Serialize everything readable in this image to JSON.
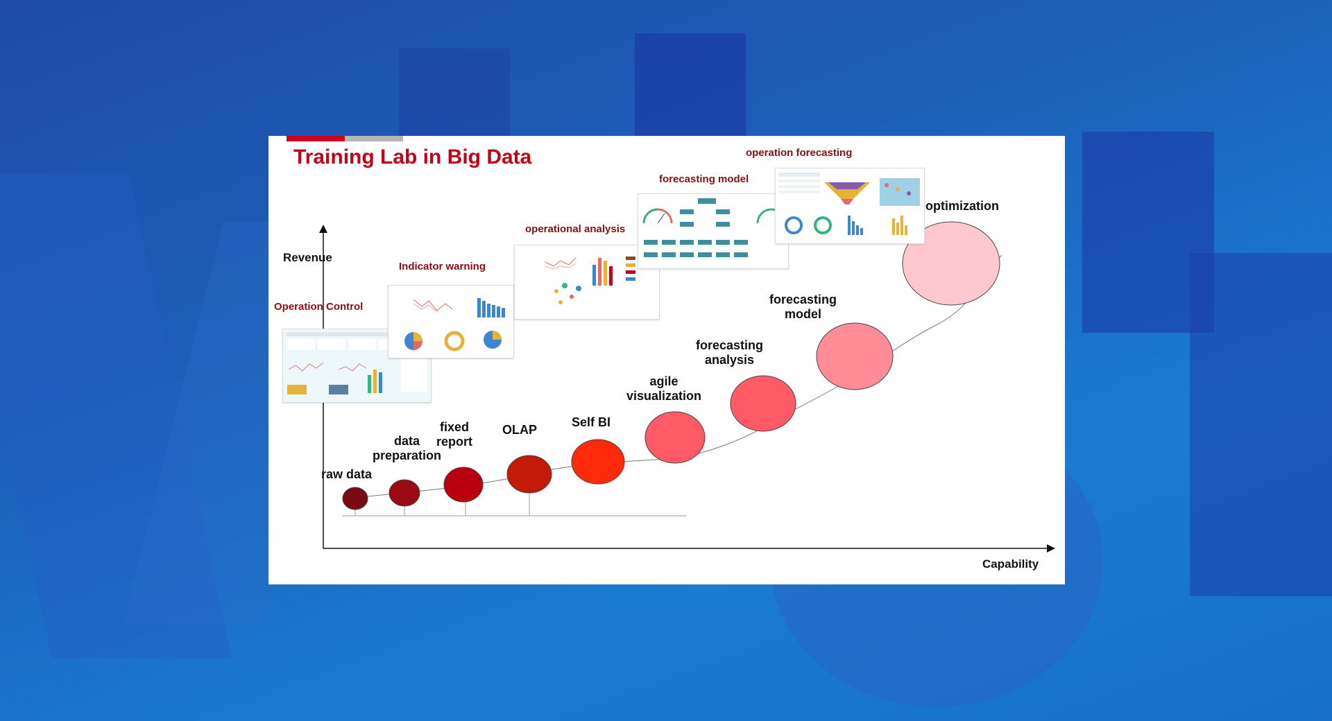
{
  "slide": {
    "title": "Training Lab in Big Data"
  },
  "axes": {
    "y_label": "Revenue",
    "x_label": "Capability"
  },
  "stages": [
    {
      "label": "raw data",
      "color": "#7a0a12"
    },
    {
      "label": "data\npreparation",
      "color": "#9a0a14"
    },
    {
      "label": "fixed\nreport",
      "color": "#b8000e"
    },
    {
      "label": "OLAP",
      "color": "#c41a0a"
    },
    {
      "label": "Self BI",
      "color": "#ff2a0a"
    },
    {
      "label": "agile\nvisualization",
      "color": "#ff5a66"
    },
    {
      "label": "forecasting\nanalysis",
      "color": "#ff5a66"
    },
    {
      "label": "forecasting\nmodel",
      "color": "#ff8c96"
    },
    {
      "label": "optimization",
      "color": "#ffc8ce"
    }
  ],
  "screenshots": [
    {
      "label": "Operation Control"
    },
    {
      "label": "Indicator warning"
    },
    {
      "label": "operational analysis"
    },
    {
      "label": "forecasting model"
    },
    {
      "label": "operation forecasting"
    }
  ],
  "colors": {
    "title": "#c0001a",
    "accent_red": "#d0021b",
    "accent_grey": "#b6b6b6",
    "screenshot_label": "#8b0c14"
  }
}
